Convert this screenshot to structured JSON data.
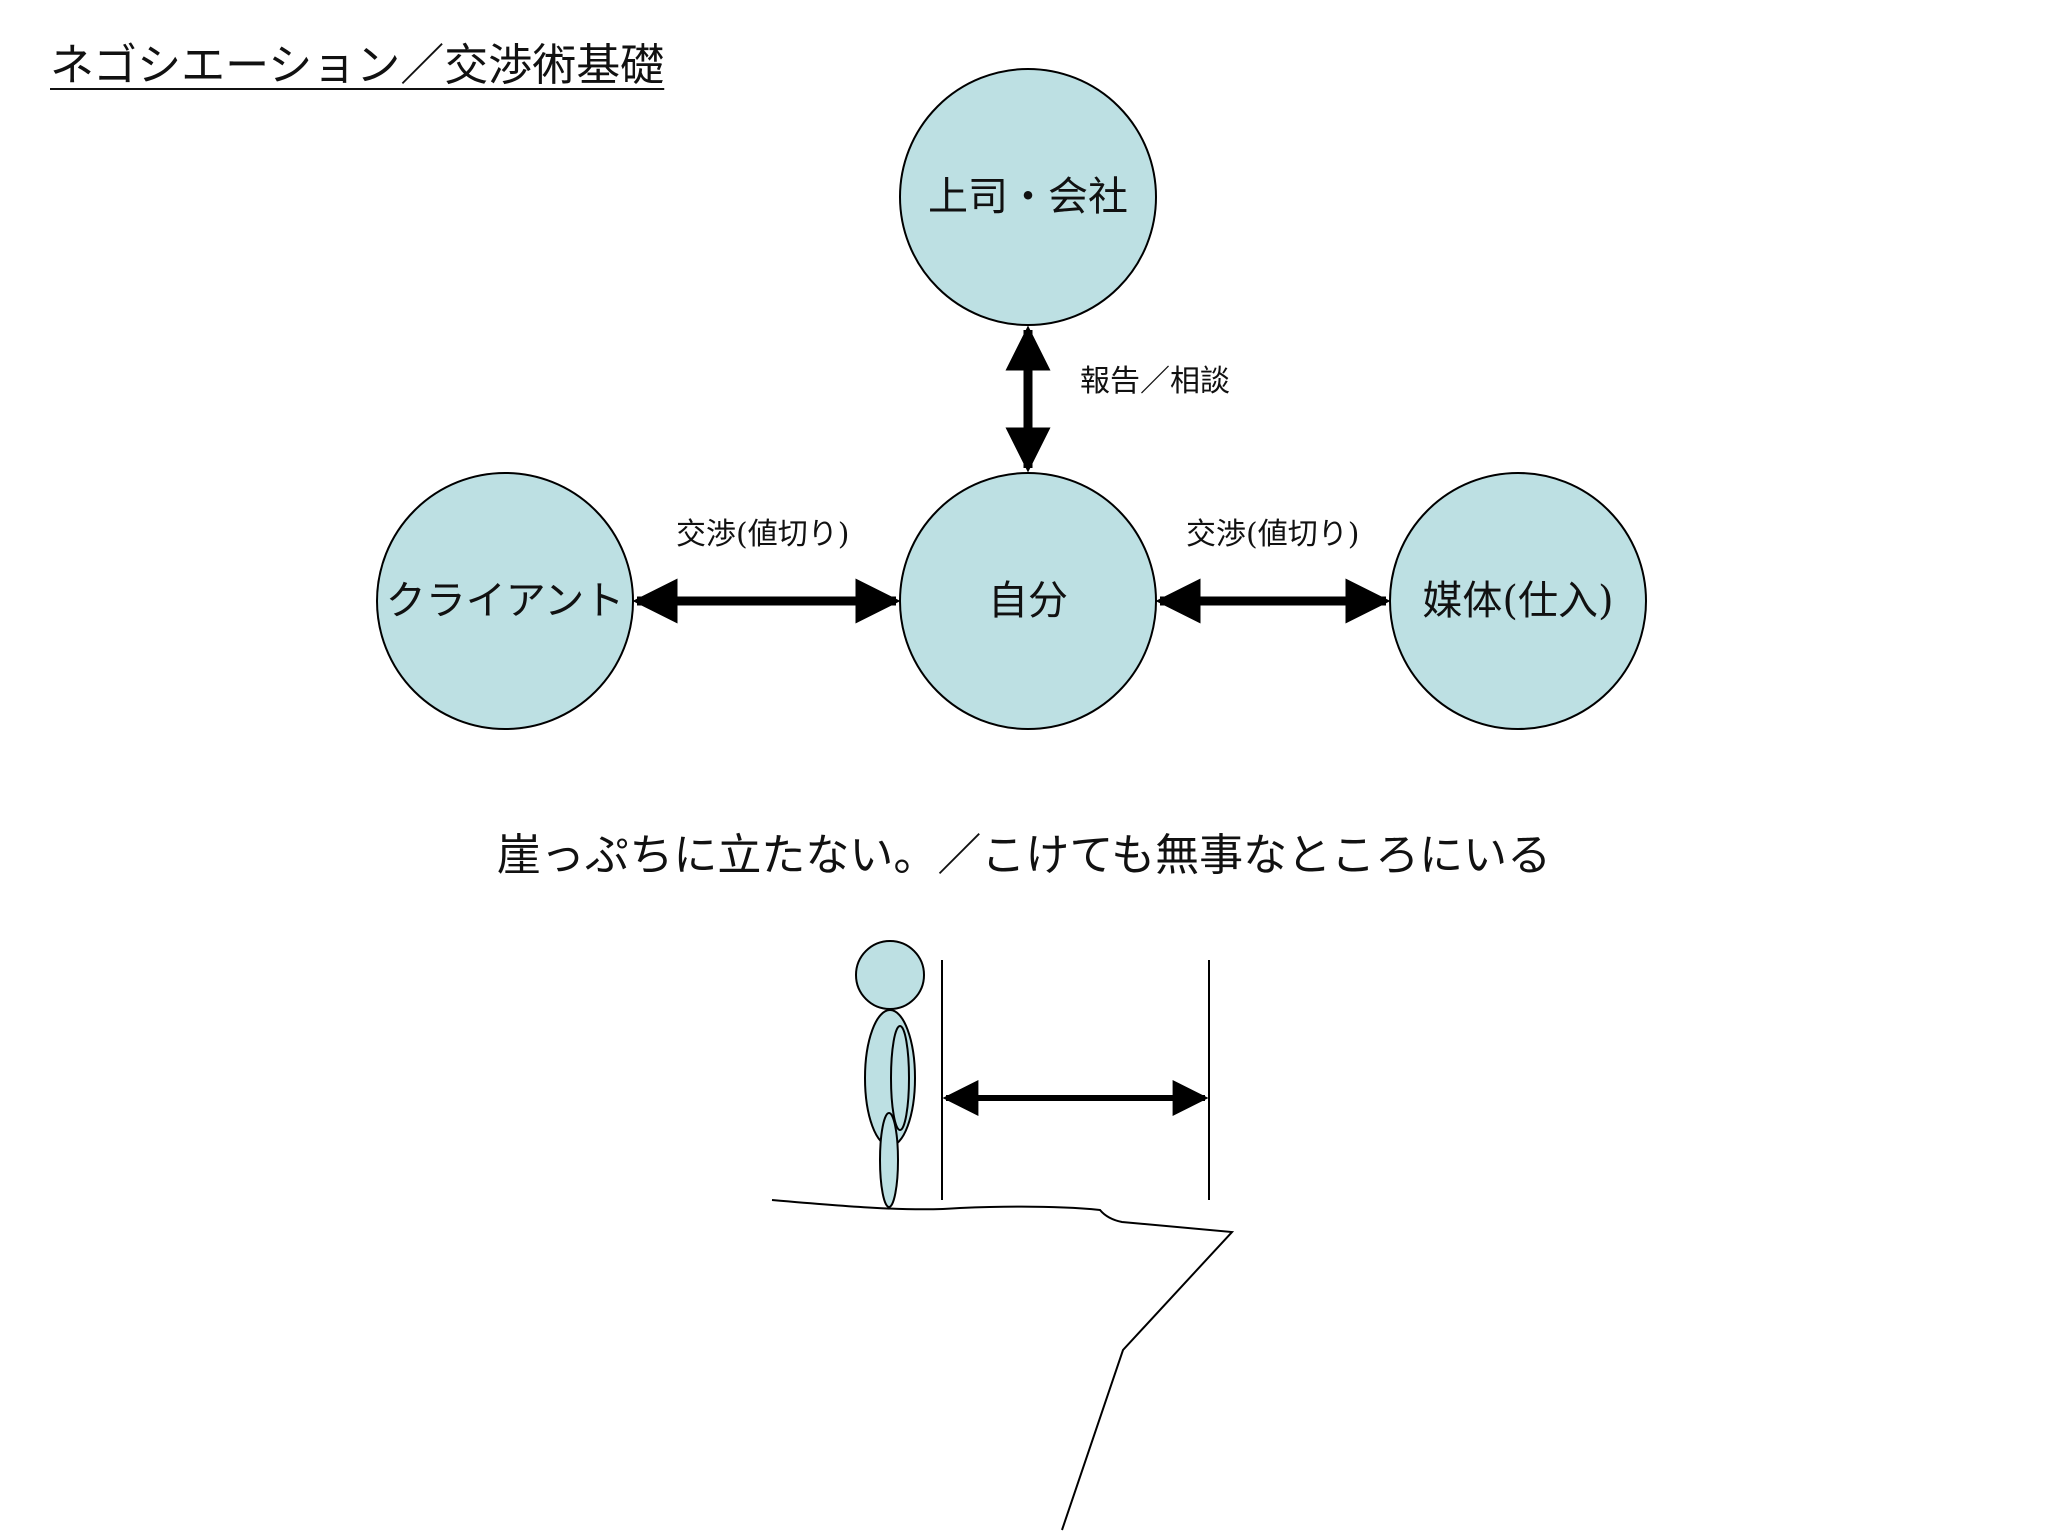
{
  "title": "ネゴシエーション／交渉術基礎",
  "nodes": {
    "boss": "上司・会社",
    "self": "自分",
    "client": "クライアント",
    "media": "媒体(仕入)"
  },
  "edges": {
    "report": "報告／相談",
    "negotiate_left": "交渉(値切り)",
    "negotiate_right": "交渉(値切り)"
  },
  "caption": "崖っぷちに立たない。／こけても無事なところにいる",
  "colors": {
    "node_fill": "#bde0e3",
    "stroke": "#000000"
  }
}
